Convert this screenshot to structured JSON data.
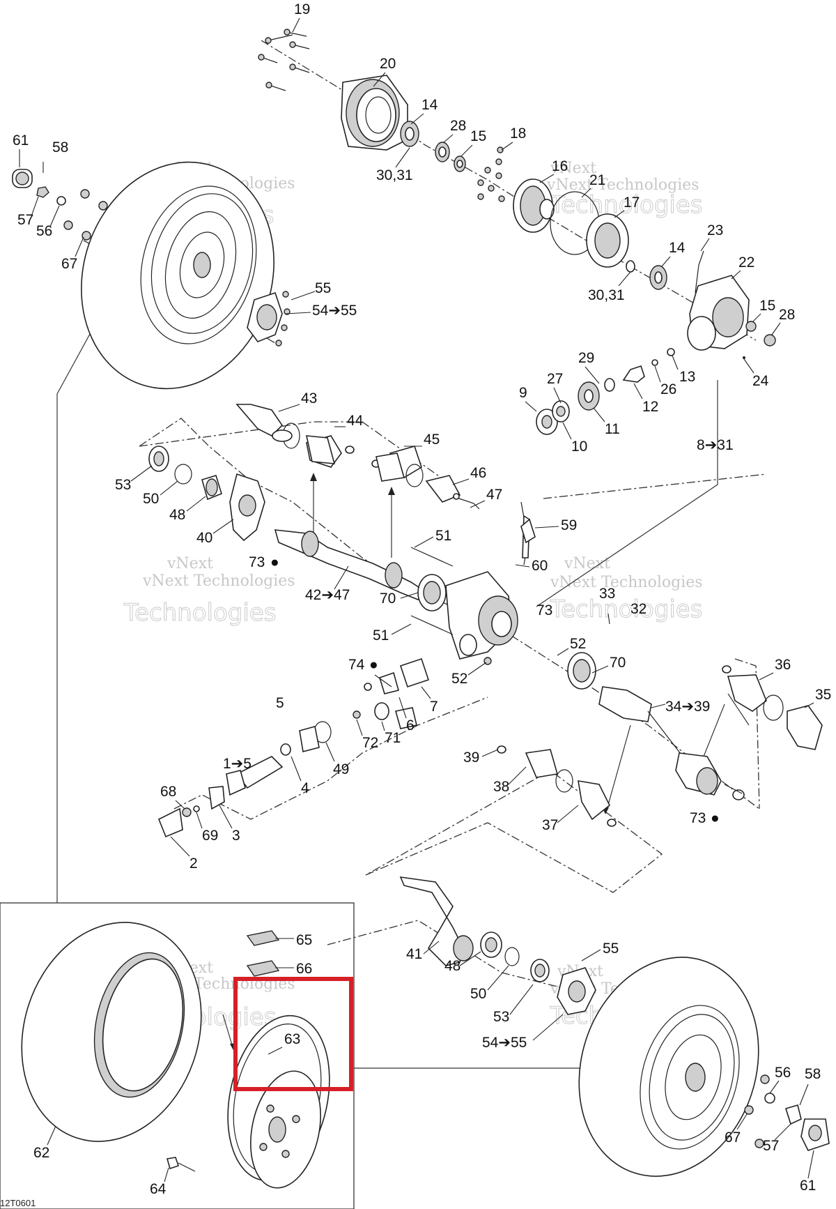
{
  "diagram_code": "12T0601",
  "watermark": {
    "line1": "vNext",
    "line2": "vNext Technologies",
    "line3": "Technologies"
  },
  "highlight_color": "#d61f26",
  "callouts": {
    "c19": "19",
    "c20": "20",
    "c14a": "14",
    "c28a": "28",
    "c15a": "15",
    "c3031a": "30,31",
    "c18": "18",
    "c16": "16",
    "c21": "21",
    "c17": "17",
    "c3031b": "30,31",
    "c14b": "14",
    "c23": "23",
    "c22": "22",
    "c15b": "15",
    "c28b": "28",
    "c24": "24",
    "c61a": "61",
    "c58a": "58",
    "c57a": "57",
    "c56a": "56",
    "c67a": "67",
    "c55a": "55",
    "c5455a": "54➔55",
    "c29": "29",
    "c27": "27",
    "c9": "9",
    "c10": "10",
    "c11": "11",
    "c12": "12",
    "c26": "26",
    "c13": "13",
    "c831": "8➔31",
    "c43": "43",
    "c44": "44",
    "c45": "45",
    "c46": "46",
    "c47": "47",
    "c53a": "53",
    "c50a": "50",
    "c48a": "48",
    "c40": "40",
    "c73a": "73",
    "c4247": "42➔47",
    "c51a": "51",
    "c59": "59",
    "c60": "60",
    "c70a": "70",
    "c73b": "73",
    "c33": "33",
    "c32": "32",
    "c51b": "51",
    "c52a": "52",
    "c70b": "70",
    "c52b": "52",
    "c74": "74",
    "c7": "7",
    "c6": "6",
    "c71": "71",
    "c72": "72",
    "c5": "5",
    "c15r": "1➔5",
    "c49": "49",
    "c4": "4",
    "c68": "68",
    "c69": "69",
    "c3": "3",
    "c2": "2",
    "c36": "36",
    "c35": "35",
    "c3439": "34➔39",
    "c39": "39",
    "c38": "38",
    "c37": "37",
    "c73c": "73",
    "c41": "41",
    "c48b": "48",
    "c50b": "50",
    "c53b": "53",
    "c55b": "55",
    "c5455b": "54➔55",
    "c65": "65",
    "c66": "66",
    "c63": "63",
    "c62": "62",
    "c64": "64",
    "c56b": "56",
    "c58b": "58",
    "c57b": "57",
    "c67b": "67",
    "c61b": "61"
  }
}
